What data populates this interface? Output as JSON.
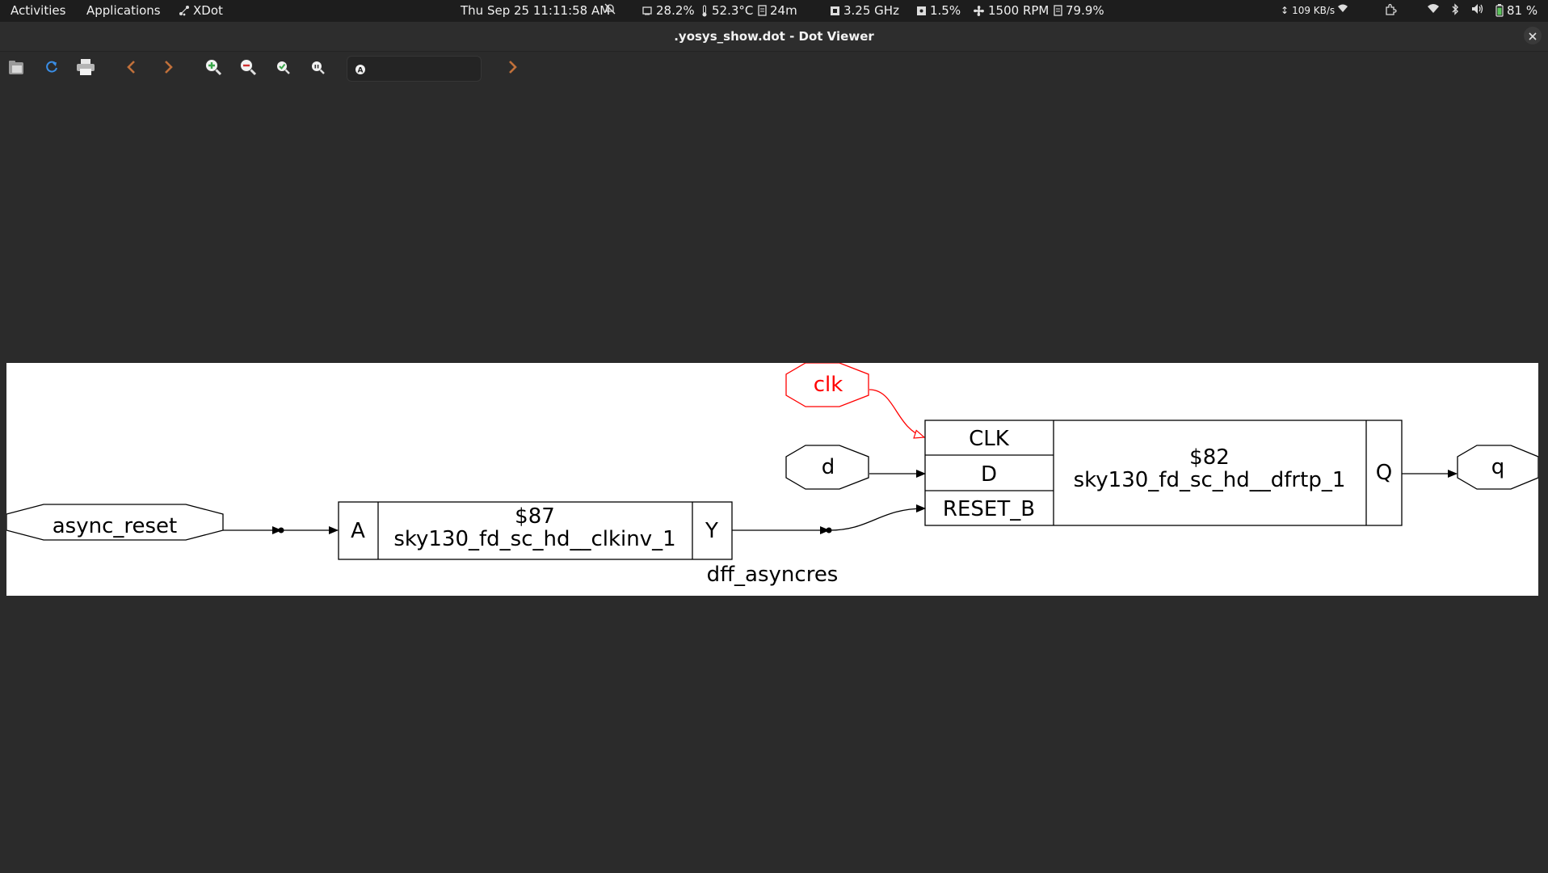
{
  "topbar": {
    "activities": "Activities",
    "applications": "Applications",
    "xdot": "XDot",
    "clock": "Thu Sep 25  11:11:58 AM",
    "cpu": "28.2%",
    "temp": "52.3°C",
    "uptime": "24m",
    "freq": "3.25 GHz",
    "disk": "1.5%",
    "fan": "1500 RPM",
    "mem": "79.9%",
    "net": "109 KB/s",
    "battery": "81 %"
  },
  "window": {
    "title": ".yosys_show.dot - Dot Viewer"
  },
  "toolbar": {
    "search_value": ""
  },
  "graph": {
    "caption": "dff_asyncres",
    "nodes": {
      "async_reset": "async_reset",
      "clk": "clk",
      "d": "d",
      "q": "q"
    },
    "cell87": {
      "id": "$87",
      "type": "sky130_fd_sc_hd__clkinv_1",
      "in": "A",
      "out": "Y"
    },
    "cell82": {
      "id": "$82",
      "type": "sky130_fd_sc_hd__dfrtp_1",
      "in_clk": "CLK",
      "in_d": "D",
      "in_reset": "RESET_B",
      "out": "Q"
    },
    "colors": {
      "clock_port": "#ff0000",
      "edge": "#000000"
    }
  },
  "colors": {
    "background": "#2b2b2b",
    "topbar": "#1d1d1d",
    "canvas": "#ffffff",
    "nav_arrow": "#c0703a",
    "zoom_in": "#3aa64a",
    "zoom_out": "#d03030",
    "refresh": "#3a8ee6"
  }
}
